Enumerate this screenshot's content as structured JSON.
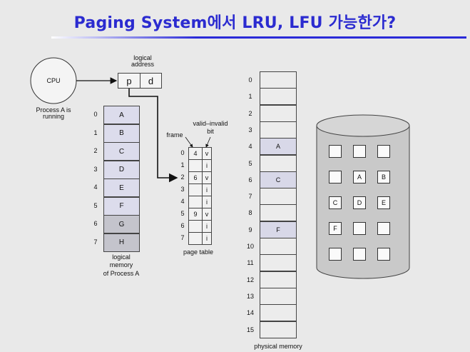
{
  "title": "Paging System에서 LRU, LFU 가능한가?",
  "cpu": {
    "label": "CPU",
    "caption": "Process A is running"
  },
  "logical_address": {
    "label": "logical address",
    "p": "p",
    "d": "d"
  },
  "logical_memory": {
    "rows": [
      {
        "index": "0",
        "page": "A"
      },
      {
        "index": "1",
        "page": "B"
      },
      {
        "index": "2",
        "page": "C"
      },
      {
        "index": "3",
        "page": "D"
      },
      {
        "index": "4",
        "page": "E"
      },
      {
        "index": "5",
        "page": "F"
      },
      {
        "index": "6",
        "page": "G"
      },
      {
        "index": "7",
        "page": "H"
      }
    ],
    "caption_line1": "logical",
    "caption_line2": "memory",
    "caption_line3": "of Process A"
  },
  "page_table": {
    "frame_label": "frame",
    "valid_label_line1": "valid–invalid",
    "valid_label_line2": "bit",
    "rows": [
      {
        "index": "0",
        "frame": "4",
        "bit": "v"
      },
      {
        "index": "1",
        "frame": "",
        "bit": "i"
      },
      {
        "index": "2",
        "frame": "6",
        "bit": "v"
      },
      {
        "index": "3",
        "frame": "",
        "bit": "i"
      },
      {
        "index": "4",
        "frame": "",
        "bit": "i"
      },
      {
        "index": "5",
        "frame": "9",
        "bit": "v"
      },
      {
        "index": "6",
        "frame": "",
        "bit": "i"
      },
      {
        "index": "7",
        "frame": "",
        "bit": "i"
      }
    ],
    "caption": "page table"
  },
  "physical_memory": {
    "frames": [
      {
        "index": "0",
        "content": ""
      },
      {
        "index": "1",
        "content": ""
      },
      {
        "index": "2",
        "content": ""
      },
      {
        "index": "3",
        "content": ""
      },
      {
        "index": "4",
        "content": "A"
      },
      {
        "index": "5",
        "content": ""
      },
      {
        "index": "6",
        "content": "C"
      },
      {
        "index": "7",
        "content": ""
      },
      {
        "index": "8",
        "content": ""
      },
      {
        "index": "9",
        "content": "F"
      },
      {
        "index": "10",
        "content": ""
      },
      {
        "index": "11",
        "content": ""
      },
      {
        "index": "12",
        "content": ""
      },
      {
        "index": "13",
        "content": ""
      },
      {
        "index": "14",
        "content": ""
      },
      {
        "index": "15",
        "content": ""
      }
    ],
    "caption": "physical memory"
  },
  "disk": {
    "rows": [
      [
        "",
        "",
        ""
      ],
      [
        "",
        "A",
        "B"
      ],
      [
        "C",
        "D",
        "E"
      ],
      [
        "F",
        "",
        ""
      ],
      [
        "",
        "",
        ""
      ]
    ]
  }
}
